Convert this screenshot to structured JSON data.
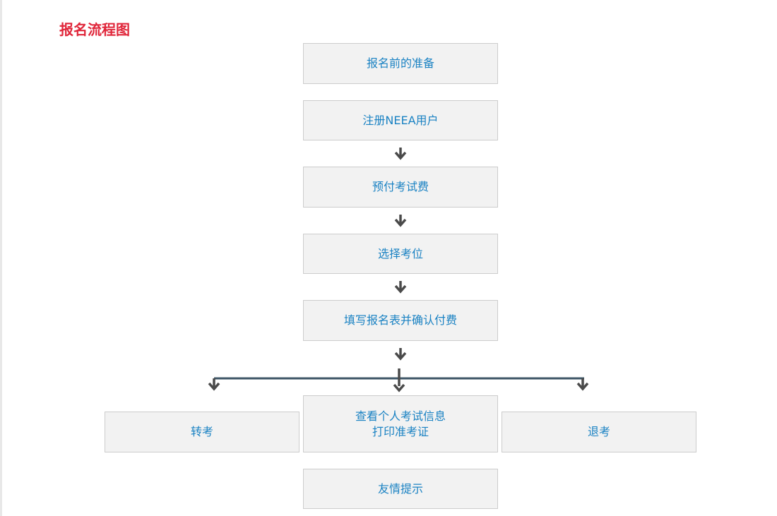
{
  "title": "报名流程图",
  "steps": {
    "prepare": "报名前的准备",
    "register": "注册NEEA用户",
    "prepay": "预付考试费",
    "seat": "选择考位",
    "form": "填写报名表并确认付费",
    "transfer": "转考",
    "view_line1": "查看个人考试信息",
    "view_line2": "打印准考证",
    "refund": "退考",
    "tips": "友情提示"
  },
  "colors": {
    "title": "#e0263a",
    "link": "#1a82c3",
    "box_bg": "#f2f2f2",
    "arrow": "#4a4a4a",
    "branch": "#3d5566"
  }
}
